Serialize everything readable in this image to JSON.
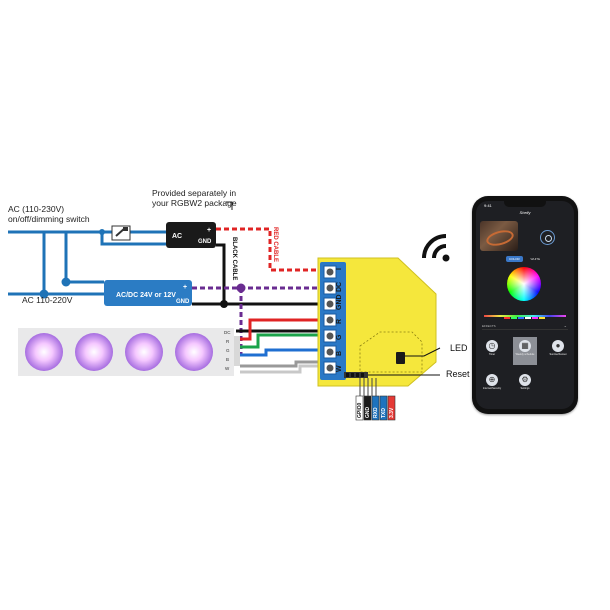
{
  "labels": {
    "ac_switch": [
      "AC (110-230V)",
      "on/off/dimming switch"
    ],
    "provided_note": [
      "Provided separately in",
      "your RGBW2 package"
    ],
    "mains": "AC 110-220V",
    "power_supply": "AC/DC 24V or 12V",
    "psu_gnd": "GND",
    "psu_plus": "+",
    "adapter_ac": "AC",
    "adapter_gnd": "GND",
    "adapter_plus": "+",
    "black_cable": "BLACK CABLE",
    "red_cable": "RED CABLE",
    "led": "LED",
    "reset_button": "Reset button"
  },
  "strip_pins": [
    "DC",
    "R",
    "G",
    "B",
    "W"
  ],
  "device_terminals": [
    "I",
    "DC",
    "GND",
    "R",
    "G",
    "B",
    "W"
  ],
  "header_pins": [
    {
      "label": "GPIO0",
      "color": "#ffffff"
    },
    {
      "label": "GND",
      "color": "#1a1a1a"
    },
    {
      "label": "RXD",
      "color": "#1e73be"
    },
    {
      "label": "TXD",
      "color": "#1e73be"
    },
    {
      "label": "3.3V",
      "color": "#e53935"
    }
  ],
  "colors": {
    "mains_blue": "#1f73b7",
    "device_yellow": "#f5e73c",
    "terminal_blue": "#2a78c6",
    "wire_red": "#e02424",
    "wire_green": "#1aa34a",
    "wire_blue": "#1f6fd1",
    "wire_purple": "#6a2c91",
    "wire_black": "#111111"
  },
  "phone": {
    "time": "9:41",
    "app_title": "Shelly",
    "tabs": [
      "COLOR",
      "WHITE"
    ],
    "effects_label": "EFFECTS",
    "tiles": [
      {
        "label": "Timer",
        "icon": "clock-icon"
      },
      {
        "label": "Weekly schedule",
        "icon": "calendar-icon"
      },
      {
        "label": "Sunrise/Sunset",
        "icon": "sunrise-icon"
      },
      {
        "label": "Internet/Security",
        "icon": "globe-icon"
      },
      {
        "label": "Settings",
        "icon": "gear-icon"
      }
    ]
  }
}
